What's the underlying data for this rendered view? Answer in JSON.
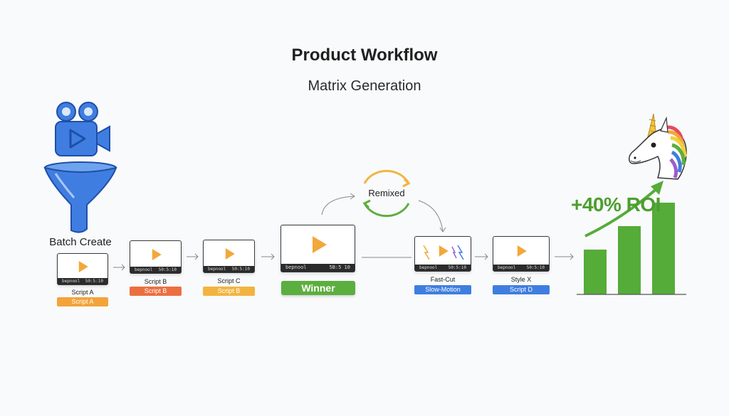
{
  "header": {
    "title": "Product Workflow",
    "subtitle": "Matrix Generation"
  },
  "batch": {
    "label": "Batch Create"
  },
  "cards": [
    {
      "caption": "Script A",
      "tag": "Script A",
      "tag_color": "#f3a33a",
      "bar_left": "bepnool",
      "bar_right": "50:5:10"
    },
    {
      "caption": "Script B",
      "tag": "Script B",
      "tag_color": "#ec6f3f",
      "bar_left": "bepnool",
      "bar_right": "50:5:10"
    },
    {
      "caption": "Script C",
      "tag": "Script B",
      "tag_color": "#f2b440",
      "bar_left": "bepnool",
      "bar_right": "50:5:10"
    },
    {
      "caption": "",
      "tag": "Winner",
      "tag_color": "#5cae3e",
      "bar_left": "bepnool",
      "bar_right": "5B:5 10"
    },
    {
      "caption": "Fast-Cut",
      "tag": "Slow-Motion",
      "tag_color": "#3f7ee0",
      "bar_left": "bepnool",
      "bar_right": "50:5:10"
    },
    {
      "caption": "Style X",
      "tag": "Script D",
      "tag_color": "#3f7ee0",
      "bar_left": "bepnool",
      "bar_right": "50:5:10"
    }
  ],
  "remix": {
    "label": "Remixed"
  },
  "result": {
    "roi_label": "+40% ROI",
    "bar_color": "#55ac39",
    "bars": [
      0.42,
      0.64,
      0.86
    ]
  },
  "icons": {
    "camera": "video-camera-icon",
    "funnel": "funnel-icon",
    "unicorn": "unicorn-icon",
    "play": "play-icon"
  },
  "colors": {
    "camera_blue": "#3f7ee0",
    "play_orange": "#f2a83a",
    "winner_green": "#5cae3e"
  }
}
